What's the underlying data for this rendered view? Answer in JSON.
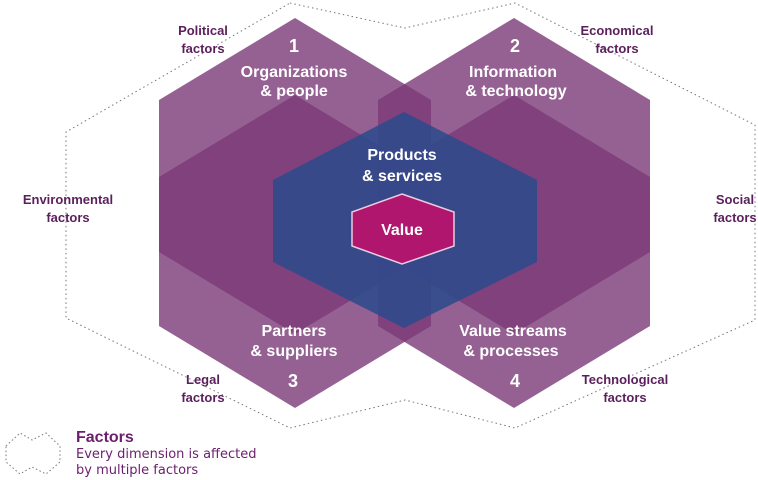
{
  "dimensions": [
    {
      "number": "1",
      "line1": "Organizations",
      "line2": "& people"
    },
    {
      "number": "2",
      "line1": "Information",
      "line2": "& technology"
    },
    {
      "number": "3",
      "line1": "Partners",
      "line2": "& suppliers"
    },
    {
      "number": "4",
      "line1": "Value streams",
      "line2": "& processes"
    }
  ],
  "center": {
    "line1": "Products",
    "line2": "& services"
  },
  "value": "Value",
  "factors": {
    "political": {
      "line1": "Political",
      "line2": "factors"
    },
    "economical": {
      "line1": "Economical",
      "line2": "factors"
    },
    "environmental": {
      "line1": "Environmental",
      "line2": "factors"
    },
    "social": {
      "line1": "Social",
      "line2": "factors"
    },
    "legal": {
      "line1": "Legal",
      "line2": "factors"
    },
    "technological": {
      "line1": "Technological",
      "line2": "factors"
    }
  },
  "legend": {
    "title": "Factors",
    "desc_line1": "Every dimension is affected",
    "desc_line2": "by multiple factors"
  },
  "colors": {
    "purple": "#7a3a78",
    "blue": "#2e4a8c",
    "magenta": "#b0166e",
    "text_purple": "#5b1f5c"
  }
}
